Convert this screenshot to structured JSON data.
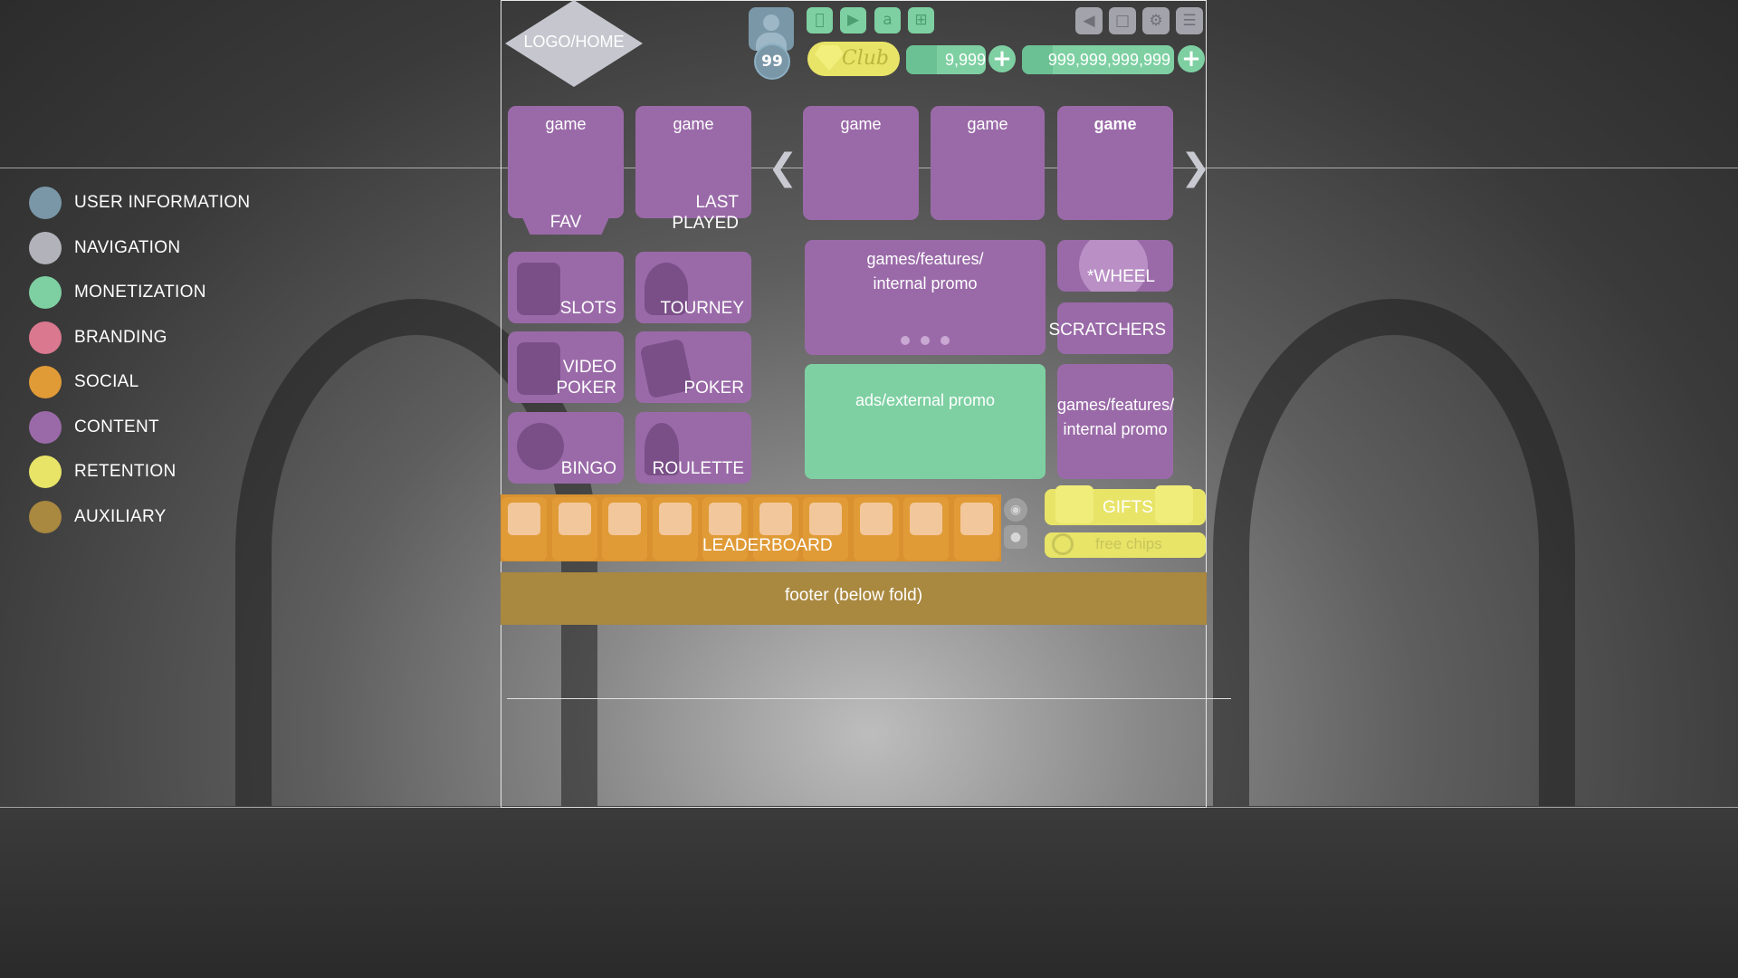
{
  "legend": [
    {
      "label": "USER INFORMATION",
      "color": "#7a97a8"
    },
    {
      "label": "NAVIGATION",
      "color": "#b2b2bb"
    },
    {
      "label": "MONETIZATION",
      "color": "#7ed0a2"
    },
    {
      "label": "BRANDING",
      "color": "#d9788f"
    },
    {
      "label": "SOCIAL",
      "color": "#e09b37"
    },
    {
      "label": "CONTENT",
      "color": "#9a6aa8"
    },
    {
      "label": "RETENTION",
      "color": "#e8e468"
    },
    {
      "label": "AUXILIARY",
      "color": "#a9883f"
    }
  ],
  "header": {
    "logo_label": "LOGO/HOME",
    "user_level": "99",
    "club_label": "Club",
    "currency_small": "9,999",
    "currency_large": "999,999,999,999",
    "store_icons": [
      "apple-icon",
      "play-store-icon",
      "amazon-icon",
      "windows-icon"
    ],
    "system_icons": [
      "sound-icon",
      "fullscreen-icon",
      "settings-icon",
      "menu-icon"
    ]
  },
  "content": {
    "game_label": "game",
    "fav_label": "FAV",
    "last_played_label": "LAST PLAYED",
    "slots_label": "SLOTS",
    "tourney_label": "TOURNEY",
    "video_poker_label": "VIDEO\nPOKER",
    "poker_label": "POKER",
    "bingo_label": "BINGO",
    "roulette_label": "ROULETTE",
    "promo_label": "games/features/\ninternal promo",
    "wheel_label": "*WHEEL",
    "scratchers_label": "SCRATCHERS",
    "ads_label": "ads/external promo"
  },
  "social": {
    "leaderboard_label": "LEADERBOARD",
    "slot_count": 10
  },
  "retention": {
    "gifts_label": "GIFTS",
    "free_chips_label": "free chips"
  },
  "footer": {
    "label": "footer (below fold)"
  }
}
